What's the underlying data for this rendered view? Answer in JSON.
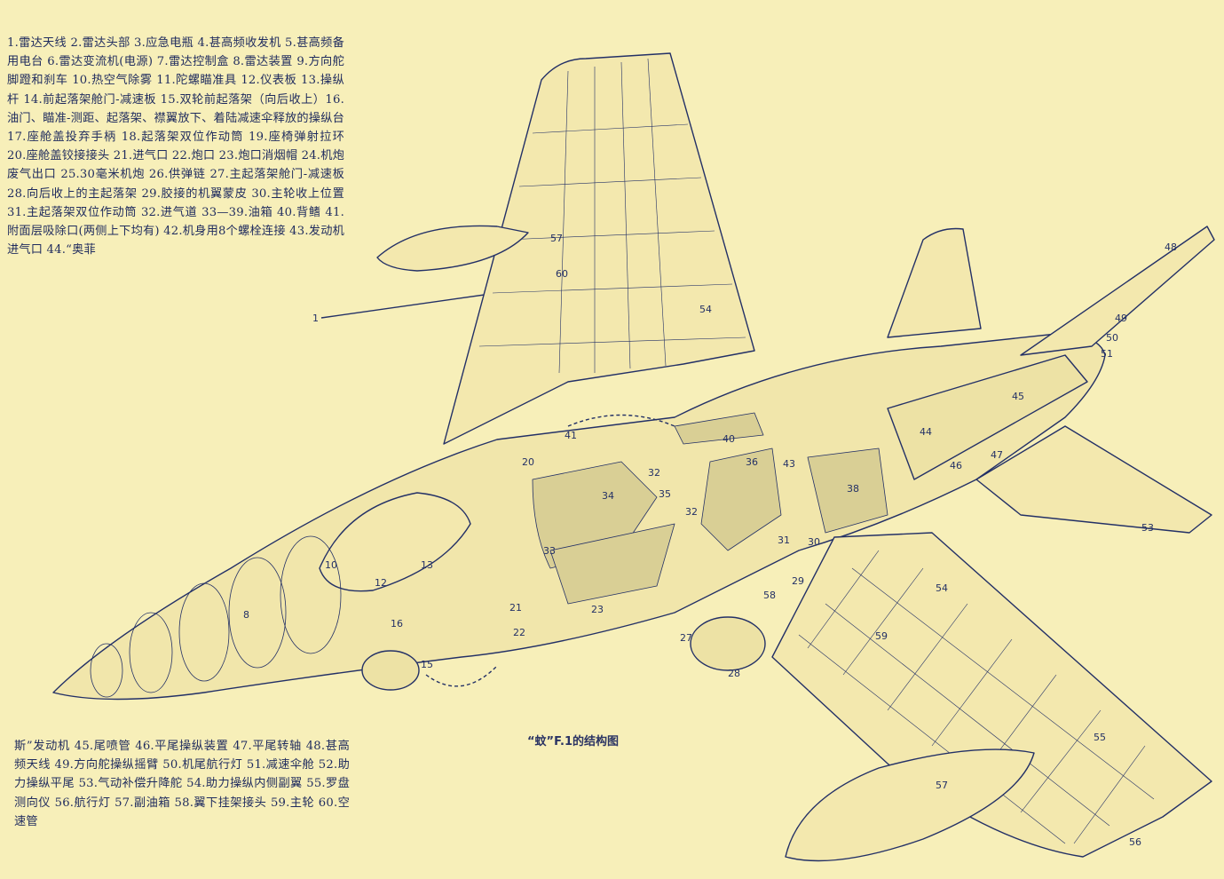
{
  "legend": {
    "top": "1.雷达天线 2.雷达头部 3.应急电瓶 4.甚高频收发机 5.甚高频备用电台 6.雷达变流机(电源) 7.雷达控制盒 8.雷达装置 9.方向舵脚蹬和刹车 10.热空气除雾 11.陀螺瞄准具 12.仪表板 13.操纵杆 14.前起落架舱门-减速板 15.双轮前起落架（向后收上）16.油门、瞄准-测距、起落架、襟翼放下、着陆减速伞释放的操纵台 17.座舱盖投弃手柄 18.起落架双位作动筒 19.座椅弹射拉环 20.座舱盖铰接接头 21.进气口 22.炮口 23.炮口消烟帽 24.机炮废气出口 25.30毫米机炮 26.供弹链 27.主起落架舱门-减速板 28.向后收上的主起落架 29.胶接的机翼蒙皮 30.主轮收上位置 31.主起落架双位作动筒 32.进气道 33—39.油箱 40.背鳍 41.附面层吸除口(两侧上下均有) 42.机身用8个螺栓连接 43.发动机进气口 44.“奥菲",
    "bottom": "斯”发动机 45.尾喷管 46.平尾操纵装置 47.平尾转轴 48.甚高频天线 49.方向舵操纵摇臂 50.机尾航行灯 51.减速伞舱 52.助力操纵平尾 53.气动补偿升降舵 54.助力操纵内侧副翼 55.罗盘测向仪 56.航行灯 57.副油箱 58.翼下挂架接头 59.主轮 60.空速管"
  },
  "caption": "“蚊”F.1的结构图",
  "callouts": {
    "n1": "1",
    "n8": "8",
    "n10": "10",
    "n12": "12",
    "n13": "13",
    "n15": "15",
    "n16": "16",
    "n20": "20",
    "n21": "21",
    "n22": "22",
    "n23": "23",
    "n27": "27",
    "n28": "28",
    "n29": "29",
    "n30": "30",
    "n31": "31",
    "n32a": "32",
    "n32b": "32",
    "n33": "33",
    "n34": "34",
    "n35": "35",
    "n36": "36",
    "n38": "38",
    "n40": "40",
    "n41": "41",
    "n43": "43",
    "n44": "44",
    "n45": "45",
    "n46": "46",
    "n47": "47",
    "n48": "48",
    "n49": "49",
    "n50": "50",
    "n51": "51",
    "n53": "53",
    "n54a": "54",
    "n54b": "54",
    "n55": "55",
    "n56": "56",
    "n57a": "57",
    "n57b": "57",
    "n58": "58",
    "n59": "59",
    "n60": "60"
  },
  "colors": {
    "paper": "#f7efb9",
    "ink": "#1f2b5e"
  }
}
